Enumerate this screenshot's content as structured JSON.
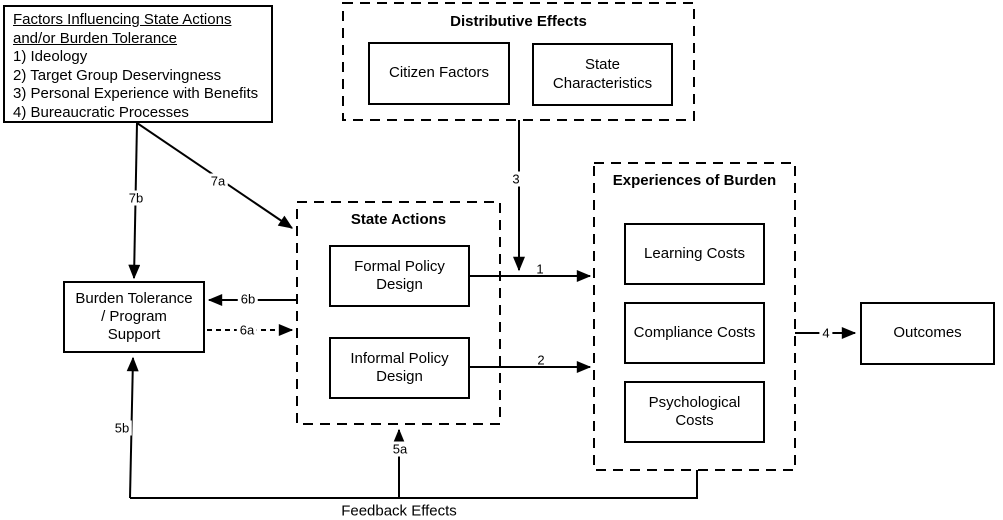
{
  "factors": {
    "title": "Factors Influencing State Actions and/or Burden Tolerance",
    "items": [
      "1) Ideology",
      "2) Target Group Deservingness",
      "3) Personal Experience with Benefits",
      "4) Bureaucratic Processes"
    ]
  },
  "groups": {
    "distributive": {
      "title": "Distributive Effects",
      "boxes": {
        "citizen": "Citizen Factors",
        "state_char": "State Characteristics"
      }
    },
    "state_actions": {
      "title": "State Actions",
      "boxes": {
        "formal": "Formal Policy Design",
        "informal": "Informal Policy Design"
      }
    },
    "experiences": {
      "title": "Experiences of Burden",
      "boxes": {
        "learning": "Learning Costs",
        "compliance": "Compliance Costs",
        "psychological": "Psychological Costs"
      }
    }
  },
  "nodes": {
    "burden_tolerance": "Burden Tolerance / Program Support",
    "outcomes": "Outcomes"
  },
  "arrows": {
    "a1": "1",
    "a2": "2",
    "a3": "3",
    "a4": "4",
    "a5a": "5a",
    "a5b": "5b",
    "a6a": "6a",
    "a6b": "6b",
    "a7a": "7a",
    "a7b": "7b"
  },
  "feedback_label": "Feedback Effects",
  "colors": {
    "line": "#000000",
    "text": "#000000",
    "background": "#ffffff"
  }
}
